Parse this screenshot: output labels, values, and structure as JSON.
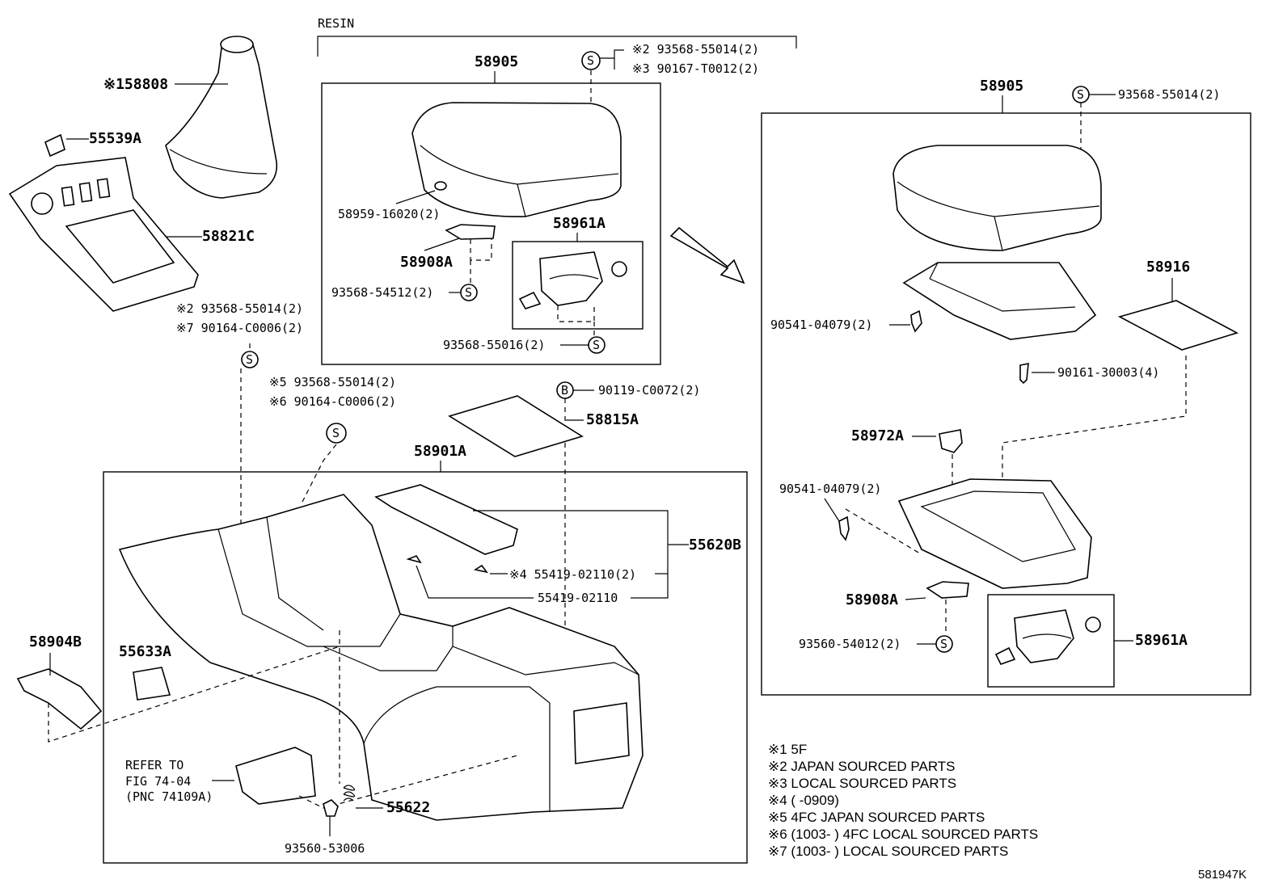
{
  "resin_label": "RESIN",
  "labels": {
    "p58808": "※158808",
    "p55539A": "55539A",
    "p58821C": "58821C",
    "s2a": "※2 93568-55014(2)",
    "s7": "※7 90164-C0006(2)",
    "s5": "※5 93568-55014(2)",
    "s6": "※6 90164-C0006(2)",
    "p58905_a": "58905",
    "s2b": "※2 93568-55014(2)",
    "s3": "※3 90167-T0012(2)",
    "p58959": "58959-16020(2)",
    "p58961A_a": "58961A",
    "p58908A_a": "58908A",
    "p93568_54512": "93568-54512(2)",
    "p93568_55016": "93568-55016(2)",
    "p90119": "90119-C0072(2)",
    "p58815A": "58815A",
    "p58901A": "58901A",
    "p55620B": "55620B",
    "p55419_4": "※4 55419-02110(2)",
    "p55419": "55419-02110",
    "p58904B": "58904B",
    "p55633A": "55633A",
    "refer1": "REFER TO",
    "refer2": "FIG 74-04",
    "refer3": "(PNC 74109A)",
    "p55622": "55622",
    "p93560_53006": "93560-53006",
    "p58905_b": "58905",
    "p93568_55014_r": "93568-55014(2)",
    "p90541_a": "90541-04079(2)",
    "p58916": "58916",
    "p90161": "90161-30003(4)",
    "p58972A": "58972A",
    "p90541_b": "90541-04079(2)",
    "p58908A_b": "58908A",
    "p93560_54012": "93560-54012(2)",
    "p58961A_b": "58961A"
  },
  "fastener_marks": {
    "screw": "S",
    "bolt": "B"
  },
  "notes": [
    "※1 5F",
    "※2 JAPAN SOURCED PARTS",
    "※3 LOCAL SOURCED PARTS",
    "※4 (      -0909)",
    "※5 4FC  JAPAN SOURCED PARTS",
    "※6 (1003-       ) 4FC  LOCAL SOURCED PARTS",
    "※7 (1003-       ) LOCAL SOURCED PARTS"
  ],
  "figure_code": "581947K"
}
